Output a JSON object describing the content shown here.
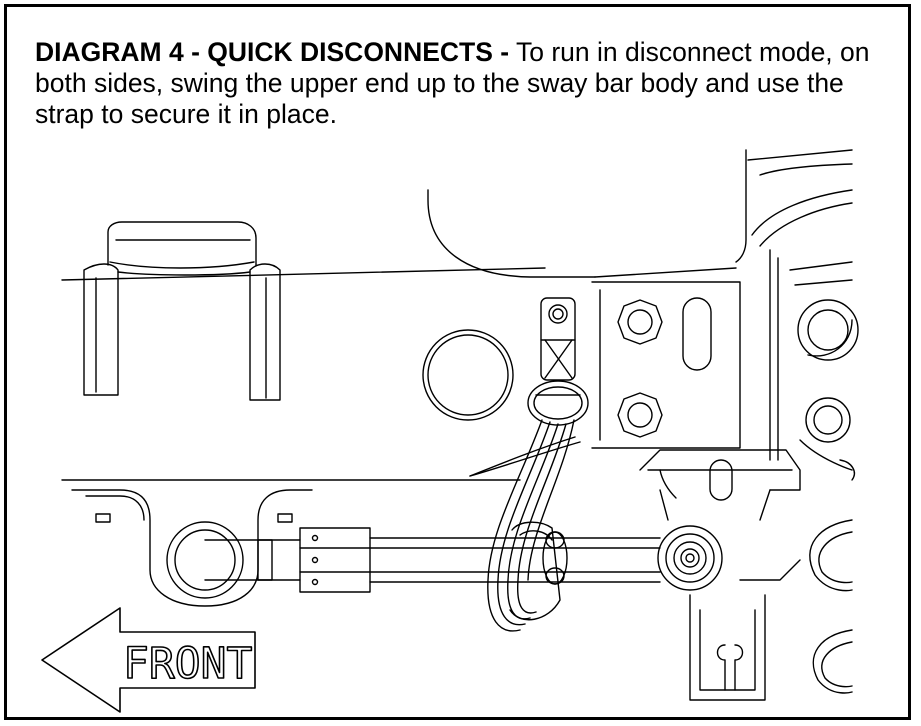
{
  "caption": {
    "heading": "DIAGRAM 4 - QUICK DISCONNECTS -",
    "body": " To run in disconnect mode, on both sides, swing the upper end up to the sway bar body and use the strap to secure it in place."
  },
  "front_arrow": {
    "label": "FRONT"
  },
  "colors": {
    "line": "#000000",
    "background": "#ffffff",
    "border": "#000000"
  }
}
